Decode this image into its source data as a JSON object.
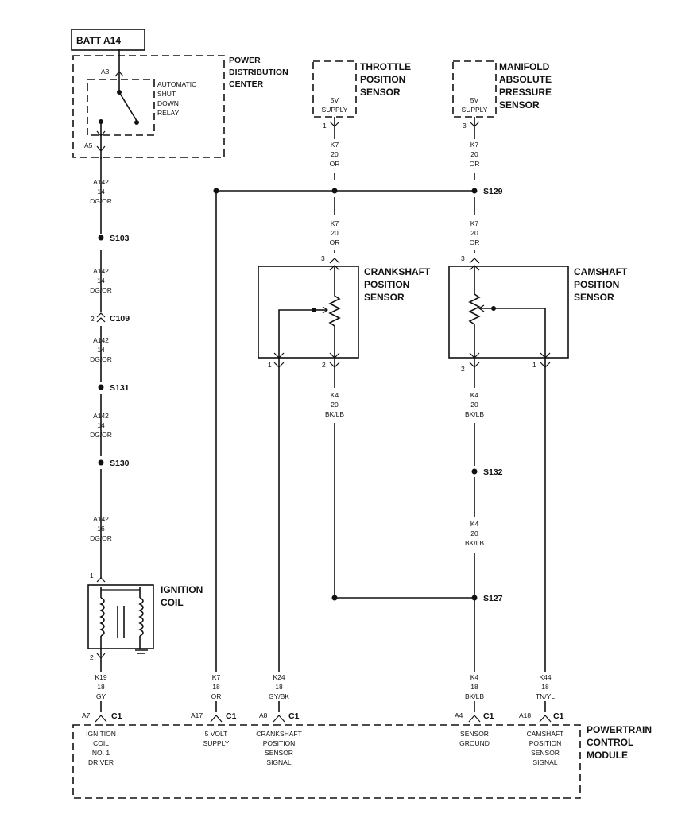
{
  "batt": "BATT A14",
  "pdc": {
    "title": [
      "POWER",
      "DISTRIBUTION",
      "CENTER"
    ],
    "relay": [
      "AUTOMATIC",
      "SHUT",
      "DOWN",
      "RELAY"
    ],
    "pin_top": "A3",
    "pin_bot": "A5"
  },
  "tps": {
    "title": [
      "THROTTLE",
      "POSITION",
      "SENSOR"
    ],
    "supply": [
      "5V",
      "SUPPLY"
    ],
    "pin": "1"
  },
  "maps": {
    "title": [
      "MANIFOLD",
      "ABSOLUTE",
      "PRESSURE",
      "SENSOR"
    ],
    "supply": [
      "5V",
      "SUPPLY"
    ],
    "pin": "3"
  },
  "ckp": {
    "title": [
      "CRANKSHAFT",
      "POSITION",
      "SENSOR"
    ],
    "pins": [
      "3",
      "1",
      "2"
    ]
  },
  "cmp": {
    "title": [
      "CAMSHAFT",
      "POSITION",
      "SENSOR"
    ],
    "pins": [
      "3",
      "2",
      "1"
    ]
  },
  "coil": {
    "title": [
      "IGNITION",
      "COIL"
    ],
    "pins": [
      "1",
      "2"
    ]
  },
  "splices": [
    "S103",
    "C109",
    "S131",
    "S130",
    "S129",
    "S132",
    "S127"
  ],
  "c109_pin": "2",
  "wires": {
    "a142_14": [
      "A142",
      "14",
      "DG/OR"
    ],
    "a142_16": [
      "A142",
      "16",
      "DG/OR"
    ],
    "k7_20": [
      "K7",
      "20",
      "OR"
    ],
    "k4_20": [
      "K4",
      "20",
      "BK/LB"
    ],
    "k19": [
      "K19",
      "18",
      "GY"
    ],
    "k7_18": [
      "K7",
      "18",
      "OR"
    ],
    "k24": [
      "K24",
      "18",
      "GY/BK"
    ],
    "k4_18": [
      "K4",
      "18",
      "BK/LB"
    ],
    "k44": [
      "K44",
      "18",
      "TN/YL"
    ]
  },
  "pcm": {
    "title": [
      "POWERTRAIN",
      "CONTROL",
      "MODULE"
    ],
    "connector": "C1",
    "pins": [
      {
        "pin": "A7",
        "label": [
          "IGNITION",
          "COIL",
          "NO. 1",
          "DRIVER"
        ]
      },
      {
        "pin": "A17",
        "label": [
          "5 VOLT",
          "SUPPLY"
        ]
      },
      {
        "pin": "A8",
        "label": [
          "CRANKSHAFT",
          "POSITION",
          "SENSOR",
          "SIGNAL"
        ]
      },
      {
        "pin": "A4",
        "label": [
          "SENSOR",
          "GROUND"
        ]
      },
      {
        "pin": "A18",
        "label": [
          "CAMSHAFT",
          "POSITION",
          "SENSOR",
          "SIGNAL"
        ]
      }
    ]
  }
}
